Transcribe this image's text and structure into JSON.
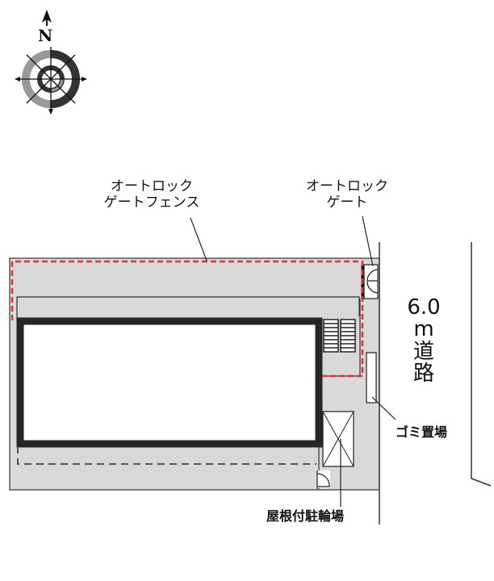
{
  "compass": {
    "north_label": "N",
    "icon": "compass-rose-icon"
  },
  "labels": {
    "autolock_fence": {
      "line1": "オートロック",
      "line2": "ゲートフェンス"
    },
    "autolock_gate": {
      "line1": "オートロック",
      "line2": "ゲート"
    },
    "road": {
      "width": "6.0",
      "unit": "m",
      "char1": "道",
      "char2": "路"
    },
    "garbage": "ゴミ置場",
    "bicycle_parking": "屋根付駐輪場"
  },
  "colors": {
    "site_fill": "#d9d9d9",
    "building_wall": "#262626",
    "fence_dash": "#e0303a",
    "line": "#222222"
  }
}
